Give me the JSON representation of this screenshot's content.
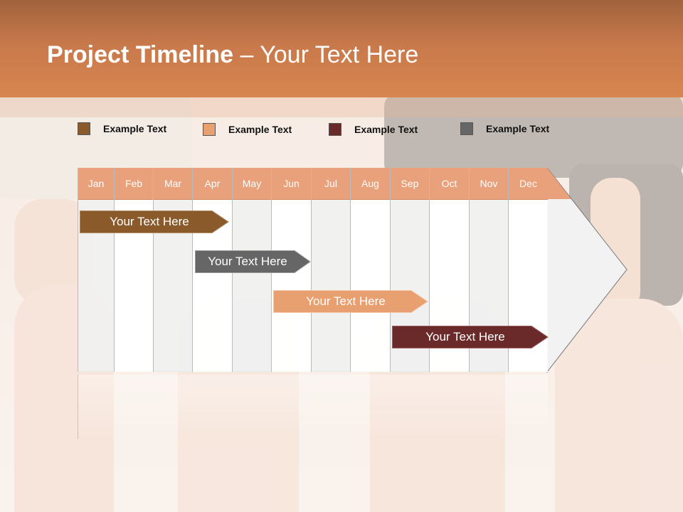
{
  "slide": {
    "title_bold": "Project Timeline",
    "title_rest": " – Your Text Here"
  },
  "legend": [
    {
      "label": "Example Text",
      "color": "#8a5a2b"
    },
    {
      "label": "Example Text",
      "color": "#e8a070"
    },
    {
      "label": "Example Text",
      "color": "#6b2a2a"
    },
    {
      "label": "Example Text",
      "color": "#666666"
    }
  ],
  "months": [
    "Jan",
    "Feb",
    "Mar",
    "Apr",
    "May",
    "Jun",
    "Jul",
    "Aug",
    "Sep",
    "Oct",
    "Nov",
    "Dec"
  ],
  "tasks": [
    {
      "label": "Your  Text Here",
      "color": "#8a5a2b"
    },
    {
      "label": "Your  Text Here",
      "color": "#666666"
    },
    {
      "label": "Your  Text Here",
      "color": "#e8a070"
    },
    {
      "label": "Your  Text Here",
      "color": "#6b2a2a"
    }
  ],
  "colors": {
    "header": "#c8794b",
    "month_header": "#e8a17a"
  }
}
